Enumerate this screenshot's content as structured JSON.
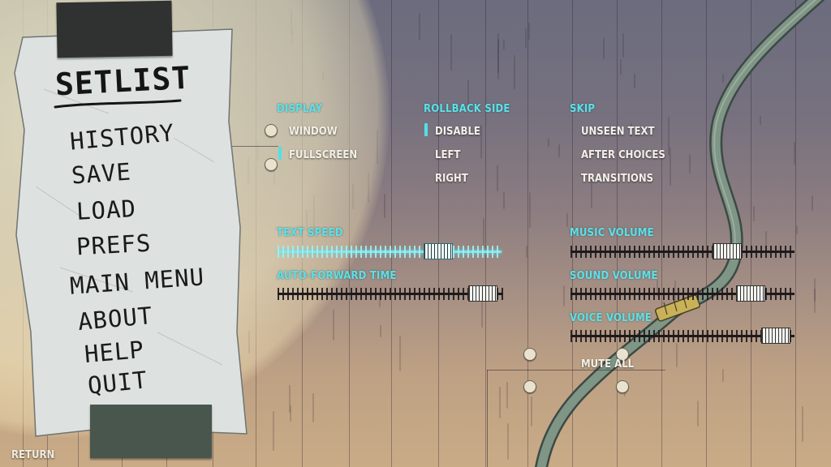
{
  "sidebar": {
    "title": "SETLIST",
    "items": [
      {
        "label": "HISTORY"
      },
      {
        "label": "SAVE"
      },
      {
        "label": "LOAD"
      },
      {
        "label": "PREFS"
      },
      {
        "label": "MAIN MENU"
      },
      {
        "label": "ABOUT"
      },
      {
        "label": "HELP"
      },
      {
        "label": "QUIT"
      }
    ],
    "return_label": "RETURN"
  },
  "prefs": {
    "display": {
      "label": "DISPLAY",
      "options": [
        "WINDOW",
        "FULLSCREEN"
      ],
      "selected": "FULLSCREEN"
    },
    "rollback": {
      "label": "ROLLBACK SIDE",
      "options": [
        "DISABLE",
        "LEFT",
        "RIGHT"
      ],
      "selected": "DISABLE"
    },
    "skip": {
      "label": "SKIP",
      "options": [
        "UNSEEN TEXT",
        "AFTER CHOICES",
        "TRANSITIONS"
      ],
      "selected": null
    },
    "text_speed": {
      "label": "TEXT SPEED",
      "value": 0.75,
      "active": true
    },
    "auto_forward": {
      "label": "AUTO-FORWARD TIME",
      "value": 0.97
    },
    "music_volume": {
      "label": "MUSIC VOLUME",
      "value": 0.73
    },
    "sound_volume": {
      "label": "SOUND VOLUME",
      "value": 0.85
    },
    "voice_volume": {
      "label": "VOICE VOLUME",
      "value": 0.98
    },
    "mute_all": {
      "label": "MUTE ALL",
      "checked": false
    }
  },
  "colors": {
    "accent": "#5ee0e6",
    "text": "#f3f0e8",
    "paper": "#dfe3e2",
    "tape": "#2f3230"
  }
}
